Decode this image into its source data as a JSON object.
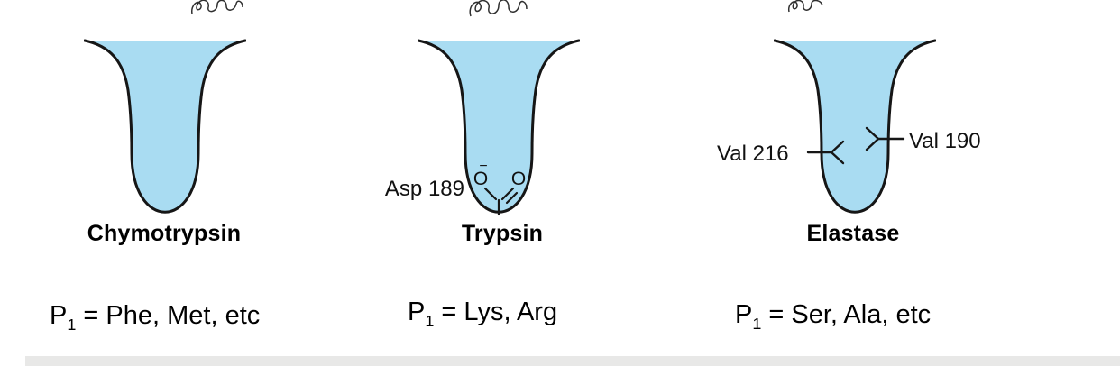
{
  "figure": {
    "panels": [
      {
        "name": "Chymotrypsin",
        "p1_prefix": "P",
        "p1_sub": "1",
        "p1_rest": " = Phe, Met, etc"
      },
      {
        "name": "Trypsin",
        "p1_prefix": "P",
        "p1_sub": "1",
        "p1_rest": " = Lys, Arg",
        "residue_label": "Asp 189",
        "atom_left": "O",
        "atom_charge": "−",
        "atom_right": "O"
      },
      {
        "name": "Elastase",
        "p1_prefix": "P",
        "p1_sub": "1",
        "p1_rest": " = Ser, Ala, etc",
        "residue_left": "Val 216",
        "residue_right": "Val 190"
      }
    ],
    "colors": {
      "pocket_fill": "#A9DCF2",
      "outline": "#161616"
    }
  }
}
